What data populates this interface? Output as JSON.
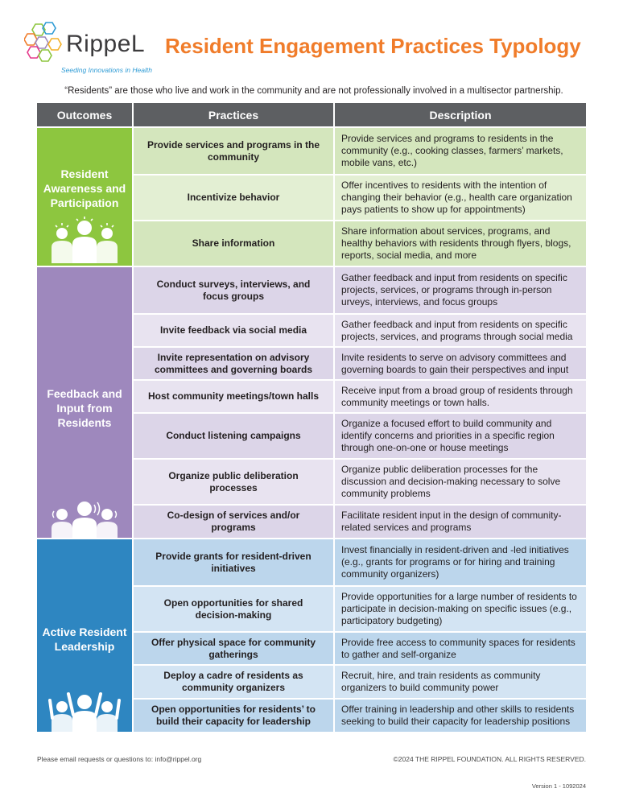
{
  "header": {
    "logo_text": "RippeL",
    "tagline": "Seeding Innovations in Health",
    "title": "Resident Engagement Practices Typology"
  },
  "intro": "“Residents” are those who live and work in the community and are not professionally involved in a multisector partnership.",
  "table": {
    "columns": [
      "Outcomes",
      "Practices",
      "Description"
    ],
    "groups": [
      {
        "outcome": "Resident Awareness and Participation",
        "color": "#8dc63f",
        "icon": "people-cheering-icon",
        "rows": [
          {
            "practice": "Provide services and programs in the community",
            "description": "Provide services and programs to residents in the community (e.g., cooking classes, farmers’ markets, mobile vans, etc.)"
          },
          {
            "practice": "Incentivize behavior",
            "description": "Offer incentives to residents with the intention of changing their behavior (e.g., health care organization pays patients to show up for appointments)"
          },
          {
            "practice": "Share information",
            "description": "Share information about services, programs, and healthy behaviors with residents through flyers, blogs, reports, social media, and more"
          }
        ]
      },
      {
        "outcome": "Feedback and Input from Residents",
        "color": "#9e88bd",
        "icon": "people-speaking-icon",
        "rows": [
          {
            "practice": "Conduct surveys, interviews, and focus groups",
            "description": "Gather feedback and input from residents on specific projects, services, or programs through in-person urveys, interviews, and focus groups"
          },
          {
            "practice": "Invite feedback via social media",
            "description": "Gather feedback and input from residents on specific projects, services, and programs through social media"
          },
          {
            "practice": "Invite representation on advisory committees and governing boards",
            "description": "Invite residents to serve on advisory committees and governing boards to gain their perspectives and input"
          },
          {
            "practice": "Host community meetings/town halls",
            "description": "Receive input from a broad group of residents through community meetings or town halls."
          },
          {
            "practice": "Conduct listening campaigns",
            "description": "Organize a focused effort to build community and identify concerns and priorities in a specific region through one-on-one or house meetings"
          },
          {
            "practice": "Organize public deliberation processes",
            "description": "Organize public deliberation processes for the discussion and decision-making  necessary to solve community problems"
          },
          {
            "practice": "Co-design of services and/or programs",
            "description": "Facilitate resident input in the design of community-related services and programs"
          }
        ]
      },
      {
        "outcome": "Active Resident Leadership",
        "color": "#2e86c1",
        "icon": "people-arms-raised-icon",
        "rows": [
          {
            "practice": "Provide grants for resident-driven initiatives",
            "description": "Invest financially in resident-driven and -led initiatives (e.g., grants for programs or for hiring and training community organizers)"
          },
          {
            "practice": "Open opportunities for shared decision-making",
            "description": "Provide opportunities for a large number of residents to participate in decision-making on specific issues (e.g., participatory budgeting)"
          },
          {
            "practice": "Offer physical space for community gatherings",
            "description": "Provide free access to community spaces for residents to gather and self-organize"
          },
          {
            "practice": "Deploy a cadre of residents as community organizers",
            "description": "Recruit, hire, and train residents as community organizers to build community power"
          },
          {
            "practice": "Open opportunities for residents’ to build their capacity for leadership",
            "description": "Offer training in leadership and other skills to residents seeking to build their capacity for leadership positions"
          }
        ]
      }
    ]
  },
  "footer": {
    "contact": "Please email requests or questions to: info@rippel.org",
    "copyright": "©2024 THE RIPPEL FOUNDATION. ALL RIGHTS RESERVED.",
    "version": "Version 1 - 1092024"
  }
}
